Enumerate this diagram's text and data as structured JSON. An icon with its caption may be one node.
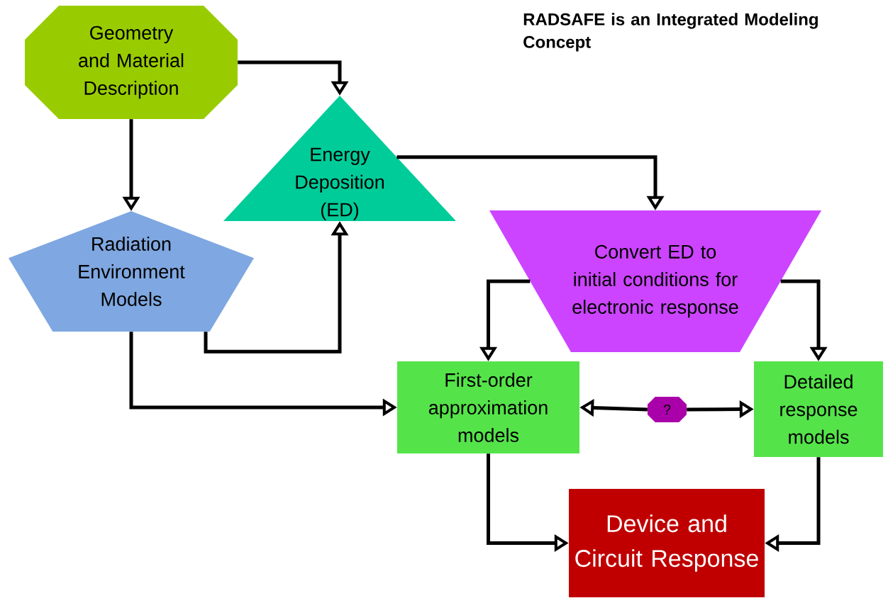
{
  "diagram": {
    "title": "RADSAFE is an Integrated Modeling Concept",
    "nodes": [
      {
        "text": [
          "Geometry and Material Description"
        ]
      },
      {
        "text": [
          "Energy Deposition (ED)"
        ]
      },
      {
        "text": [
          "Radiation Environment Models"
        ]
      },
      {
        "text": [
          "Convert ED to initial conditions for electronic response"
        ]
      },
      {
        "text": [
          "First-order approximation models"
        ]
      },
      {
        "text": [
          "?"
        ]
      },
      {
        "text": [
          "Detailed response models"
        ]
      },
      {
        "text": [
          "Device and Circuit Response"
        ]
      }
    ],
    "edges": [
      {
        "from": 0,
        "to": 1,
        "arrow": "to"
      },
      {
        "from": 0,
        "to": 2,
        "arrow": "to"
      },
      {
        "from": 1,
        "to": 3,
        "arrow": "to"
      },
      {
        "from": 2,
        "to": 1,
        "arrow": "to"
      },
      {
        "from": 2,
        "to": 4,
        "arrow": "to"
      },
      {
        "from": 3,
        "to": 4,
        "arrow": "to"
      },
      {
        "from": 3,
        "to": 6,
        "arrow": "to"
      },
      {
        "from": 5,
        "to": 4,
        "arrow": "to"
      },
      {
        "from": 5,
        "to": 6,
        "arrow": "to"
      },
      {
        "from": 4,
        "to": 7,
        "arrow": "to"
      },
      {
        "from": 6,
        "to": 7,
        "arrow": "to"
      }
    ]
  }
}
